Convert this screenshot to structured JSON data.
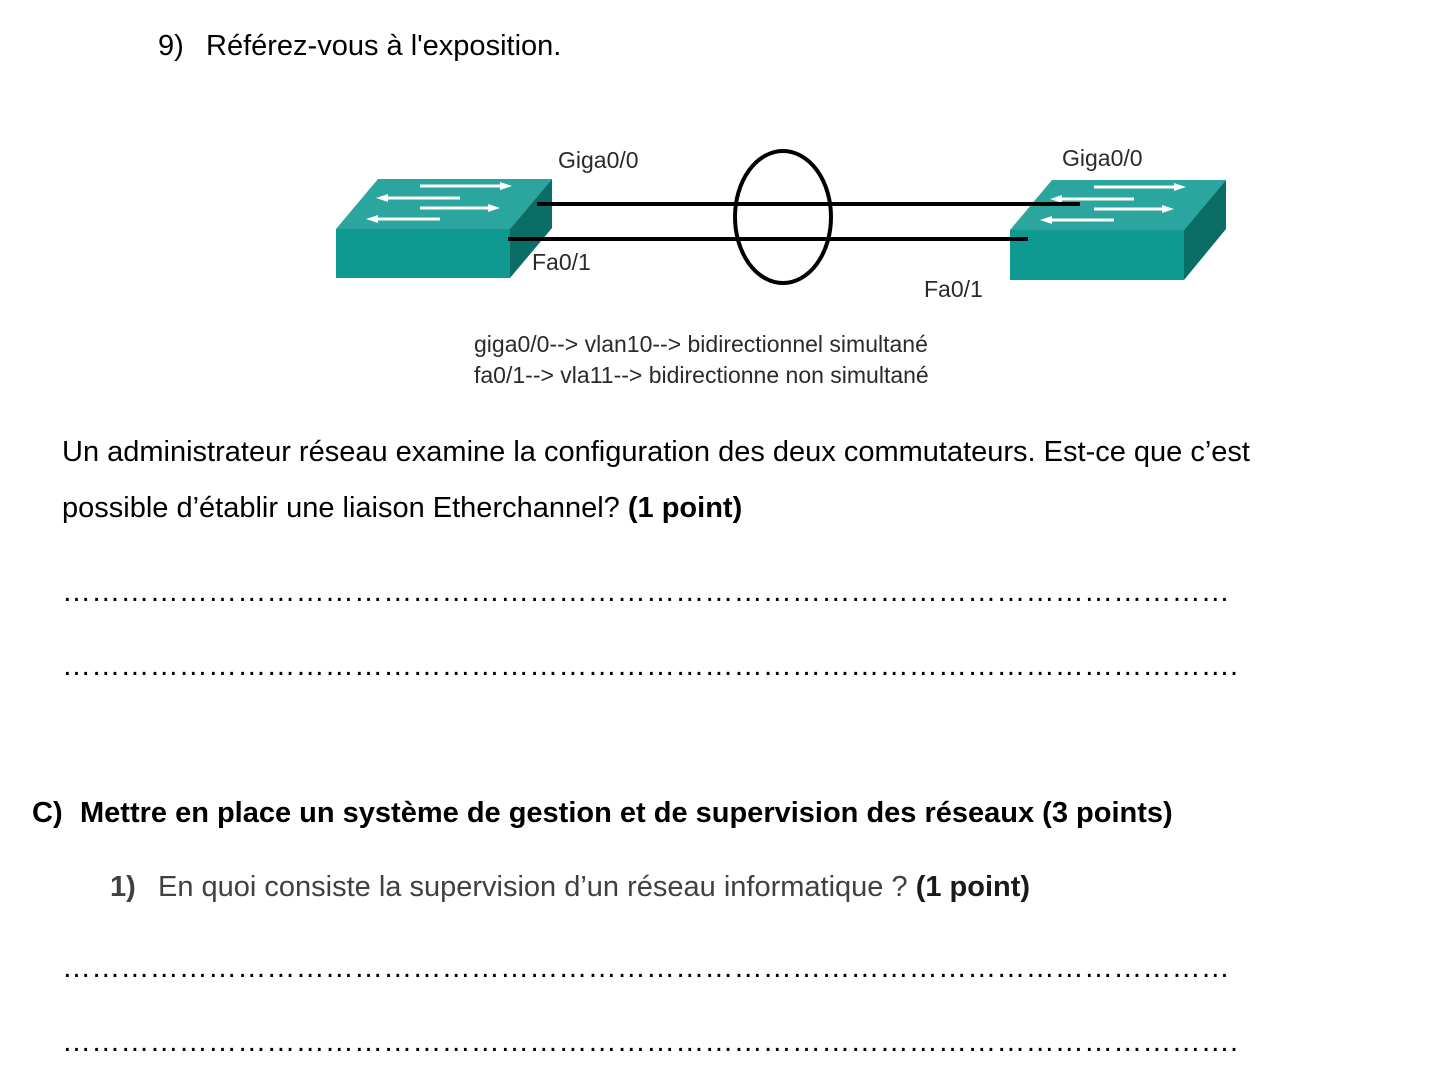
{
  "question9": {
    "number": "9)",
    "text": "Référez-vous à l'exposition."
  },
  "diagram": {
    "left_giga": "Giga0/0",
    "left_fa": "Fa0/1",
    "right_giga": "Giga0/0",
    "right_fa": "Fa0/1",
    "caption_line1": "giga0/0--> vlan10--> bidirectionnel simultané",
    "caption_line2": "fa0/1--> vla11--> bidirectionne non simultané",
    "colors": {
      "switch_top": "#2aa69e",
      "switch_front": "#0e9a90",
      "switch_side": "#0a6e66",
      "link": "#000000"
    }
  },
  "paragraph": {
    "line1": "Un administrateur réseau examine la configuration des deux commutateurs. Est-ce que c’est",
    "line2": "possible d’établir une liaison Etherchannel?",
    "points": "(1 point)"
  },
  "answer_lines_1": [
    "…………………………………………………………………………………………………………",
    "…………………………………………………………………………………………………………."
  ],
  "section_c": {
    "letter": "C)",
    "title": "Mettre en place un système de gestion et de supervision des réseaux (3 points)"
  },
  "question1": {
    "number": "1)",
    "text": "En quoi consiste la supervision d’un réseau informatique ?",
    "points": "(1 point)"
  },
  "answer_lines_2": [
    "…………………………………………………………………………………………………………",
    "…………………………………………………………………………………………………………."
  ]
}
